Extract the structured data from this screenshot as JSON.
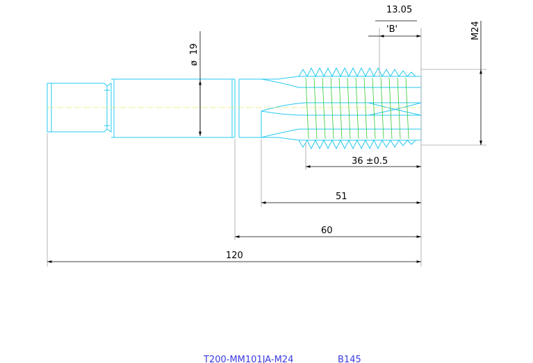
{
  "drawing": {
    "part_number": "T200-MM101JA-M24",
    "drawing_code": "B145",
    "view_label": "'B'",
    "thread_size": "M24",
    "dimensions": {
      "shank_diameter_prefix": "ø",
      "shank_diameter": "19",
      "overall_length": "120",
      "shank_to_end": "60",
      "flute_length": "51",
      "thread_length": "36 ±0.5",
      "chamfer_offset": "13.05"
    },
    "colors": {
      "outline": "#25c8f0",
      "thread": "#32c832",
      "center_line": "#e6e678",
      "dimension": "#000000",
      "title": "#3a3ae0"
    }
  }
}
